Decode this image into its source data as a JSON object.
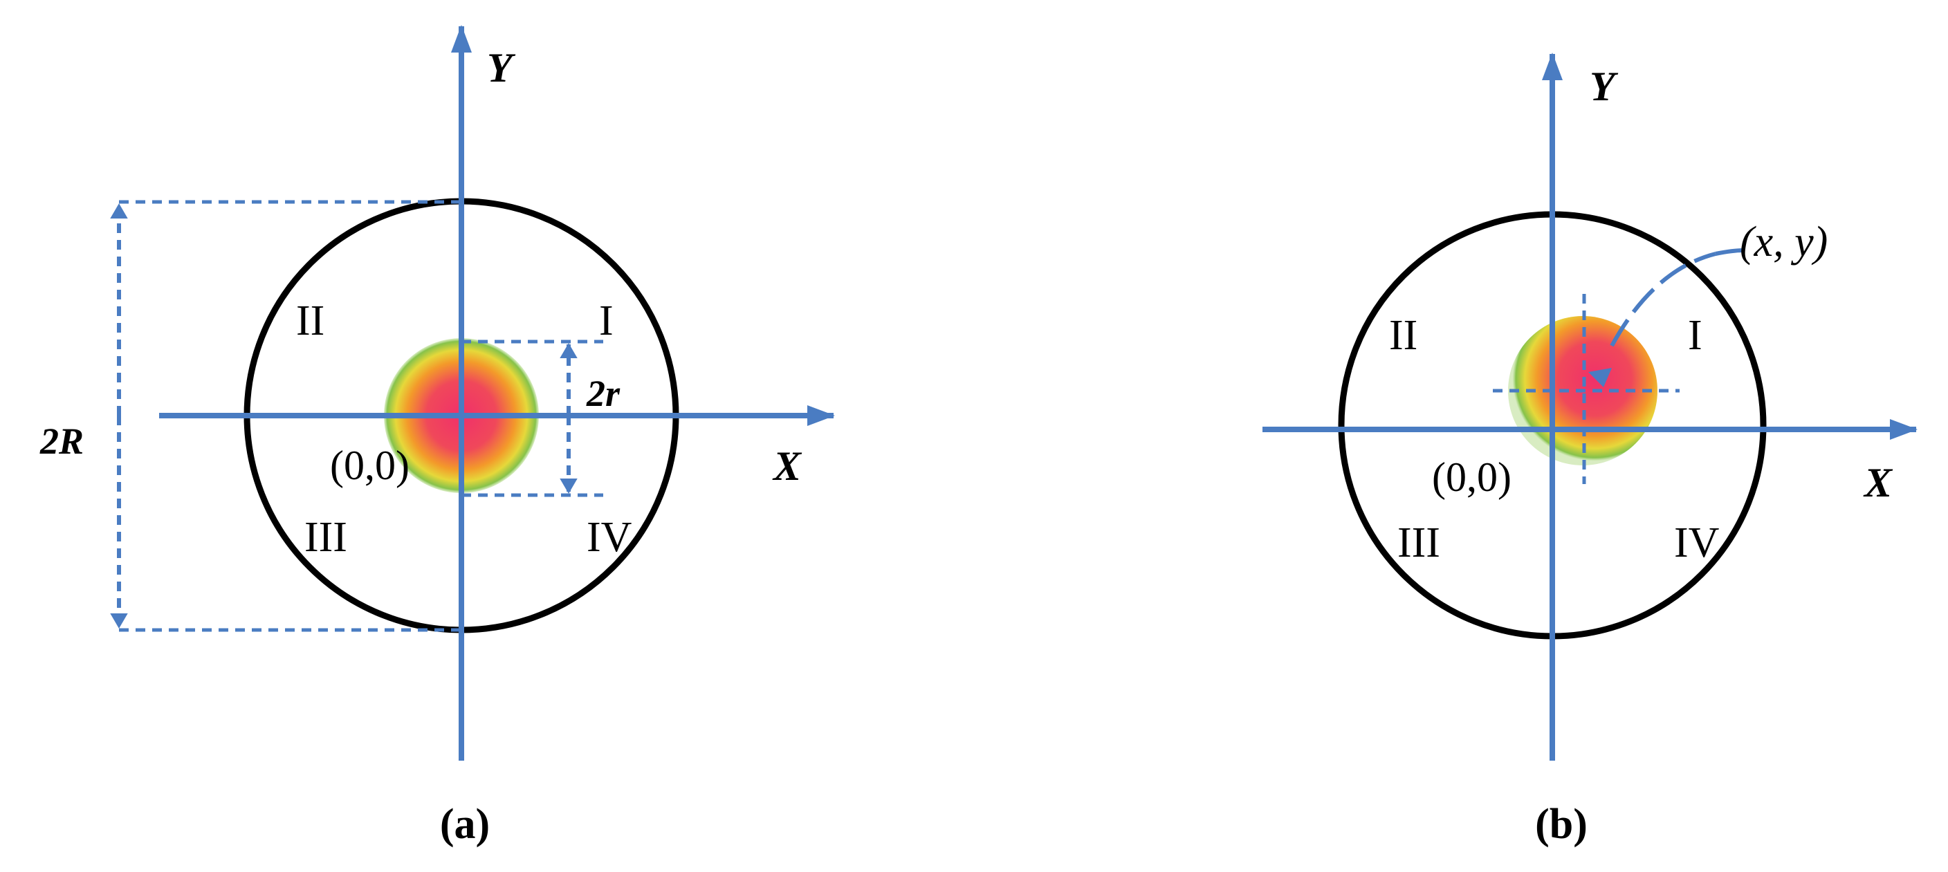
{
  "colors": {
    "axis": "#4a7cc2",
    "circle": "#000000",
    "text": "#000000",
    "spot_core": "#f0306a",
    "spot_mid": "#f39a2a",
    "spot_outer": "#e6d83a",
    "spot_edge": "#86c24a"
  },
  "panel_a": {
    "caption": "(a)",
    "x_axis_label": "X",
    "y_axis_label": "Y",
    "origin_label": "(0,0)",
    "outer_diameter_label": "2R",
    "spot_diameter_label": "2r",
    "quadrants": [
      "I",
      "II",
      "III",
      "IV"
    ]
  },
  "panel_b": {
    "caption": "(b)",
    "x_axis_label": "X",
    "y_axis_label": "Y",
    "origin_label": "(0,0)",
    "point_label": "(x, y)",
    "quadrants": [
      "I",
      "II",
      "III",
      "IV"
    ]
  }
}
